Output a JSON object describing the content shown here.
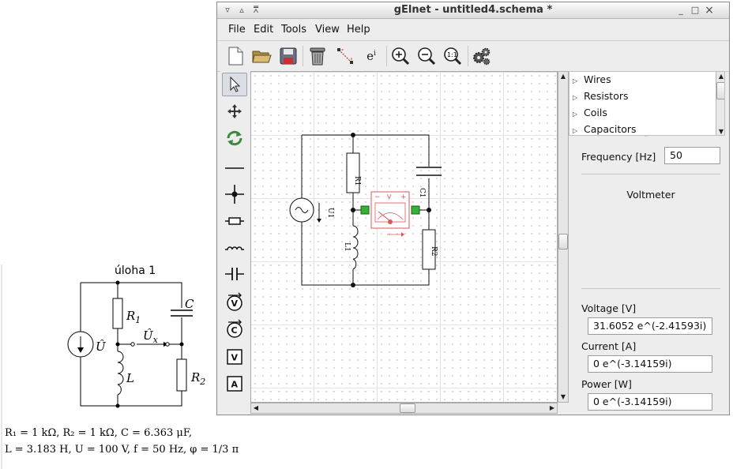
{
  "window": {
    "title": "gElnet - untitled4.schema *",
    "titlebar_icons": [
      "menu-arrow-icon",
      "shade-up-icon",
      "shade-double-icon"
    ],
    "controls": {
      "minimize": "_",
      "maximize": "□",
      "close": "×"
    }
  },
  "menu": [
    "File",
    "Edit",
    "Tools",
    "View",
    "Help"
  ],
  "toolbar": {
    "items": [
      "new-file-icon",
      "open-folder-icon",
      "save-disk-icon",
      "trash-icon",
      "wire-connect-icon",
      "exponential-icon",
      "zoom-in-icon",
      "zoom-out-icon",
      "zoom-fit-icon",
      "settings-gears-icon"
    ],
    "exponential_label": "e",
    "exponential_sup": "i"
  },
  "palette": [
    "select-arrow-icon",
    "move-arrows-icon",
    "rotate-icon",
    "wire-icon",
    "junction-icon",
    "resistor-icon",
    "coil-icon",
    "capacitor-icon",
    "voltage-source-icon",
    "current-source-icon",
    "voltmeter-icon",
    "ammeter-icon"
  ],
  "palette_labels": {
    "voltmeter": "V",
    "ammeter": "A",
    "voltage_source": "V",
    "current_source": "C"
  },
  "tree": {
    "items": [
      "Wires",
      "Resistors",
      "Coils",
      "Capacitors"
    ]
  },
  "properties": {
    "frequency_label": "Frequency [Hz]",
    "frequency_value": "50",
    "selected_component": "Voltmeter",
    "voltage_label": "Voltage [V]",
    "voltage_value": "31.6052 e^(-2.41593i)",
    "current_label": "Current [A]",
    "current_value": "0 e^(-3.14159i)",
    "power_label": "Power [W]",
    "power_value": "0 e^(-3.14159i)"
  },
  "schematic": {
    "labels": {
      "r1": "R1",
      "r2": "R2",
      "l1": "L1",
      "c1": "C1",
      "u1": "U1"
    },
    "voltmeter": {
      "minus": "−",
      "v": "V",
      "plus": "+"
    }
  },
  "textbook": {
    "title": "úloha 1",
    "labels": {
      "r1": "R",
      "r1_sub": "1",
      "r2": "R",
      "r2_sub": "2",
      "c": "C",
      "l": "L",
      "u": "Û",
      "ux": "Û",
      "ux_sub": "x"
    },
    "line1": "R₁ = 1 kΩ, R₂ = 1 kΩ, C = 6.363 μF,",
    "line2": "L = 3.183 H, U = 100 V, f = 50 Hz, φ = 1/3 π"
  },
  "colors": {
    "accent_red": "#d65a5a",
    "terminal_green": "#36b336",
    "wire": "#111111"
  }
}
